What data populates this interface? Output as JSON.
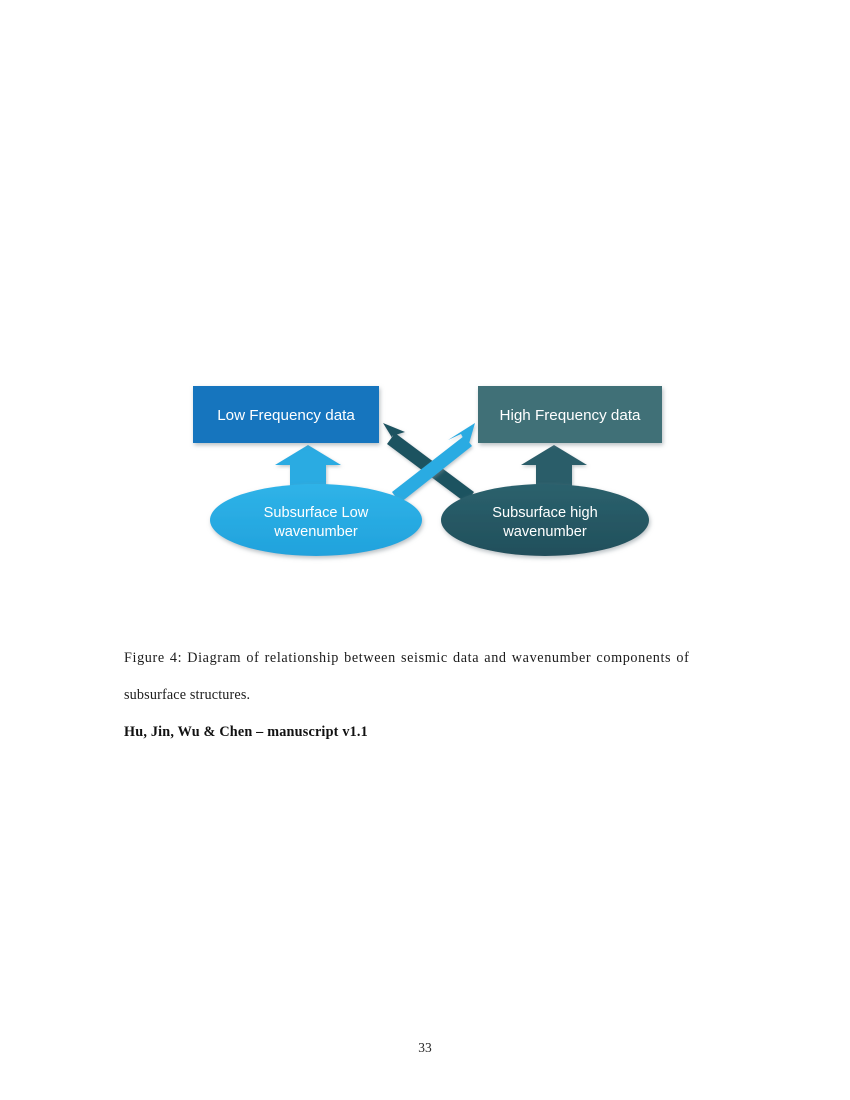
{
  "document": {
    "page_number": "33"
  },
  "figure": {
    "name": "diagram-seismic-wavenumber",
    "boxes": [
      {
        "id": "low-frequency-data",
        "label": "Low Frequency data",
        "color": "#1474BE"
      },
      {
        "id": "high-frequency-data",
        "label": "High Frequency data",
        "color": "#3F7077"
      }
    ],
    "ellipses": [
      {
        "id": "subsurface-low-wavenumber",
        "line1": "Subsurface Low",
        "line2": "wavenumber",
        "color": "#29ABE2"
      },
      {
        "id": "subsurface-high-wavenumber",
        "line1": "Subsurface high",
        "line2": "wavenumber",
        "color": "#265A66"
      }
    ],
    "arrows": [
      {
        "id": "arrow-up-left",
        "from": "subsurface-low-wavenumber",
        "to": "low-frequency-data",
        "color": "#29ABE2",
        "direction": "up"
      },
      {
        "id": "arrow-up-right",
        "from": "subsurface-high-wavenumber",
        "to": "high-frequency-data",
        "color": "#2B5D69",
        "direction": "up"
      },
      {
        "id": "arrow-cross-light",
        "from": "subsurface-low-wavenumber",
        "to": "high-frequency-data",
        "color": "#29ABE2",
        "direction": "up-right"
      },
      {
        "id": "arrow-cross-dark",
        "from": "subsurface-high-wavenumber",
        "to": "low-frequency-data",
        "color": "#1F5361",
        "direction": "up-left"
      }
    ]
  },
  "caption": {
    "figure_number": "Figure 4:",
    "line1": "Diagram of relationship between seismic data and wavenumber components of",
    "line2": "subsurface structures."
  },
  "footer": {
    "manuscript_line": "Hu, Jin, Wu & Chen – manuscript v1.1"
  }
}
